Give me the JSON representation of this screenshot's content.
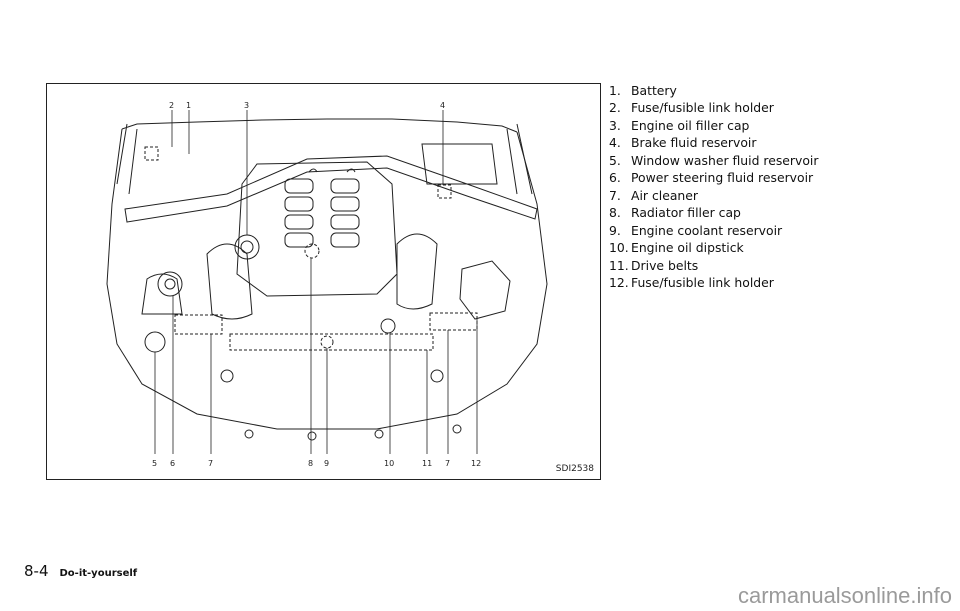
{
  "figure": {
    "code": "SDI2538",
    "top_callouts": [
      "2",
      "1",
      "3",
      "4"
    ],
    "bottom_callouts": [
      "5",
      "6",
      "7",
      "8",
      "9",
      "10",
      "11",
      "7",
      "12"
    ]
  },
  "legend": [
    {
      "num": "1.",
      "label": "Battery"
    },
    {
      "num": "2.",
      "label": "Fuse/fusible link holder"
    },
    {
      "num": "3.",
      "label": "Engine oil filler cap"
    },
    {
      "num": "4.",
      "label": "Brake fluid reservoir"
    },
    {
      "num": "5.",
      "label": "Window washer fluid reservoir"
    },
    {
      "num": "6.",
      "label": "Power steering fluid reservoir"
    },
    {
      "num": "7.",
      "label": "Air cleaner"
    },
    {
      "num": "8.",
      "label": "Radiator filler cap"
    },
    {
      "num": "9.",
      "label": "Engine coolant reservoir"
    },
    {
      "num": "10.",
      "label": "Engine oil dipstick"
    },
    {
      "num": "11.",
      "label": "Drive belts"
    },
    {
      "num": "12.",
      "label": "Fuse/fusible link holder"
    }
  ],
  "footer": {
    "page": "8-4",
    "section": "Do-it-yourself"
  },
  "watermark": "carmanualsonline.info"
}
